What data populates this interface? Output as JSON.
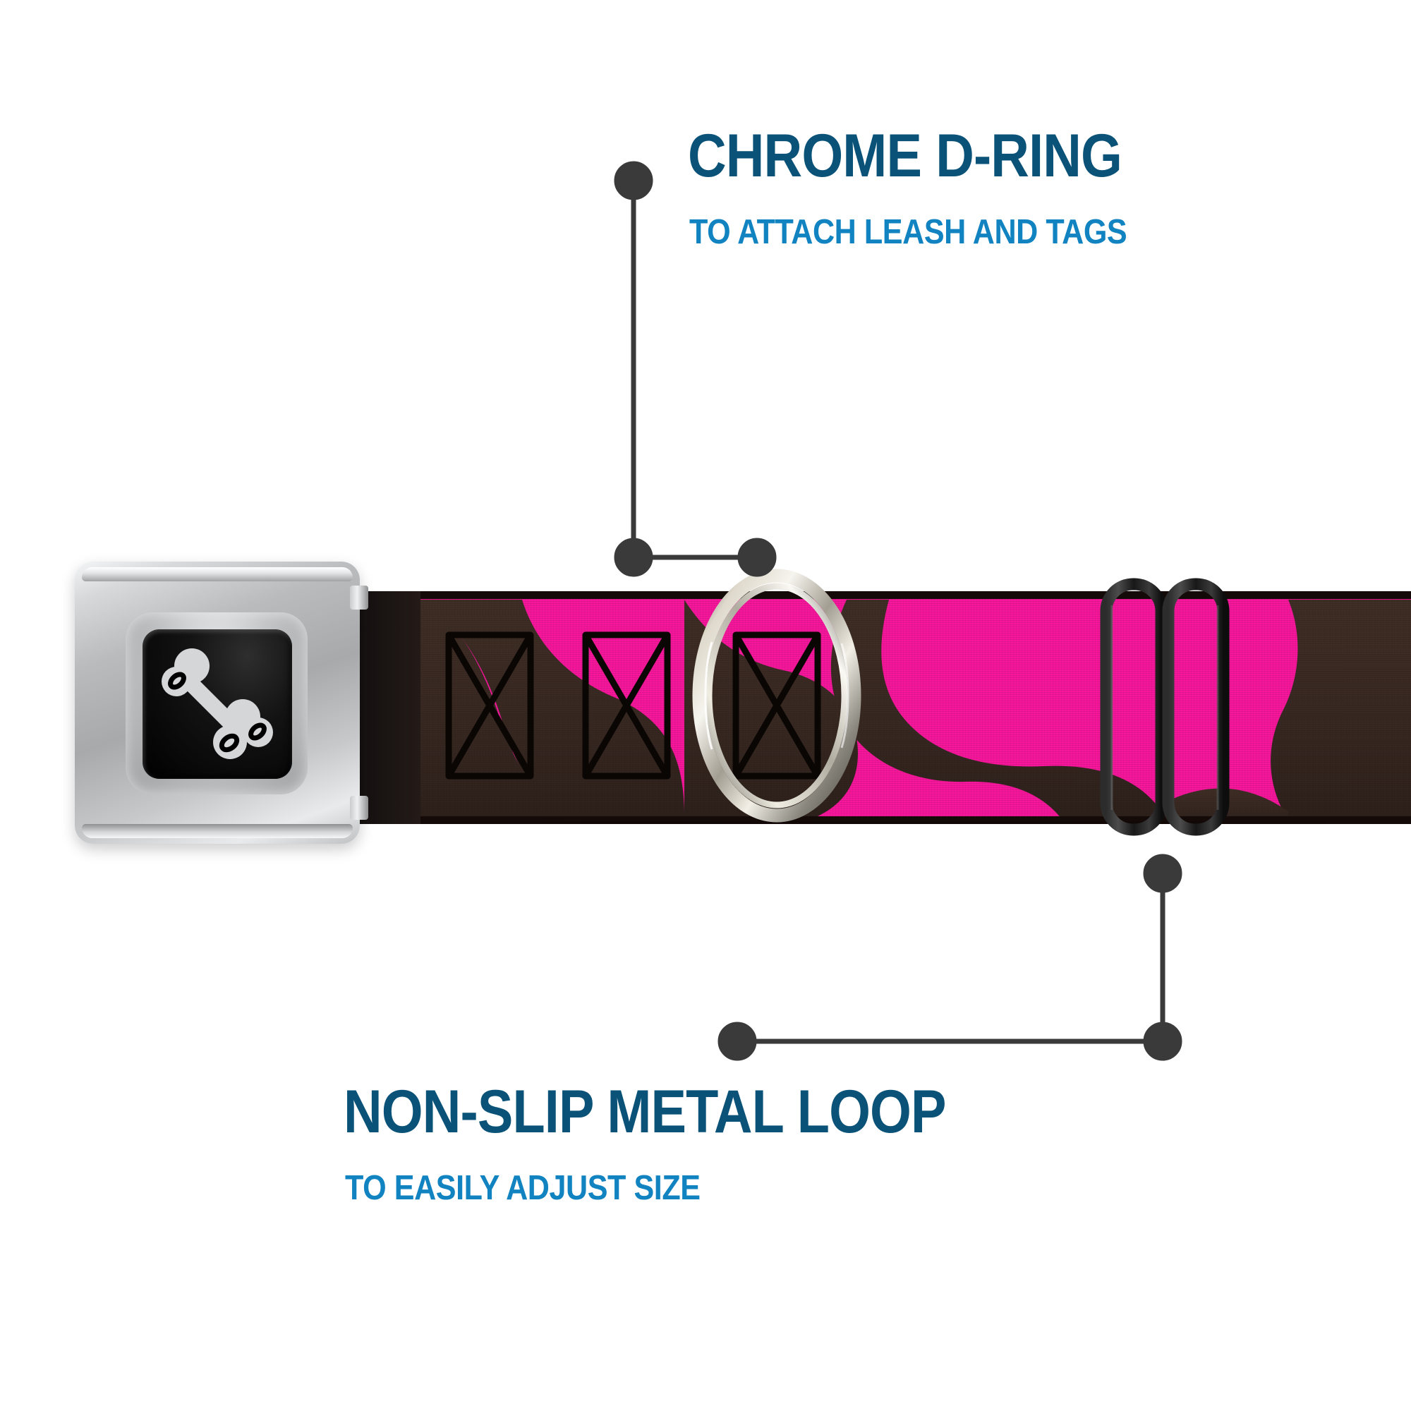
{
  "page": {
    "background_color": "#ffffff",
    "type": "product-feature-diagram",
    "product": "dog collar with seatbelt buckle"
  },
  "callouts": [
    {
      "id": "chrome-d-ring",
      "title": "CHROME D-RING",
      "subtitle": "TO ATTACH LEASH AND TAGS",
      "title_color": "#0a5277",
      "subtitle_color": "#1183c0",
      "leader_color": "#3a3a3a",
      "target": "d-ring"
    },
    {
      "id": "non-slip-metal-loop",
      "title": "NON-SLIP METAL LOOP",
      "subtitle": "TO EASILY ADJUST SIZE",
      "title_color": "#0a5277",
      "subtitle_color": "#1183c0",
      "leader_color": "#3a3a3a",
      "target": "metal-loop"
    }
  ],
  "product_parts": {
    "buckle": {
      "name": "seatbelt-style chrome buckle",
      "finish": "chrome",
      "window_color": "#000000",
      "logo": "dog-bone-icon",
      "logo_color": "#d5d6d7"
    },
    "strap": {
      "name": "nylon webbing strap",
      "base_color": "#f7169c",
      "pattern_color": "#3b2a22",
      "pattern": "giraffe-spot",
      "edge_color": "#140a08",
      "stitch_color": "#0d0907",
      "stitch_pattern": "box-x"
    },
    "d_ring": {
      "name": "chrome d-ring",
      "finish": "chrome",
      "highlight_color": "#f2f0e8",
      "shadow_color": "#6d6a61"
    },
    "metal_loop": {
      "name": "non-slip metal loop slider",
      "finish": "black powder coat",
      "color": "#141414"
    }
  },
  "colors": {
    "navy": "#0a5277",
    "blue": "#1183c0",
    "pink": "#f7169c",
    "brown": "#3b2a22",
    "black": "#000000",
    "chrome_light": "#f4f5f6",
    "chrome_mid": "#b9bbbd",
    "chrome_dark": "#8e9092",
    "leader": "#3a3a3a"
  }
}
